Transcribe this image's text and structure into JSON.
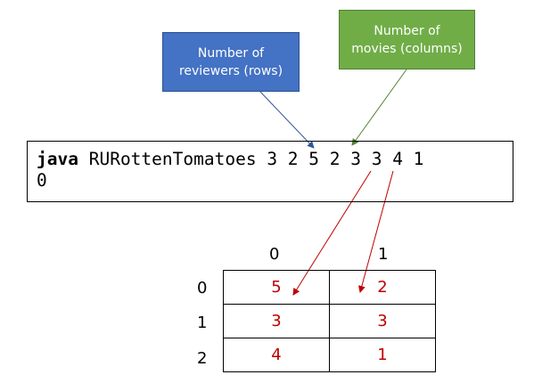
{
  "callouts": {
    "rows": [
      "Number of",
      "reviewers (rows)"
    ],
    "cols": [
      "Number of",
      "movies (columns)"
    ],
    "rows_color": "#4472c4",
    "cols_color": "#70ad47"
  },
  "command": {
    "keyword": "java",
    "program": "RURottenTomatoes",
    "args_line1": "3 2 5 2 3 3 4 1",
    "args_line2": "0"
  },
  "table": {
    "col_headers": [
      "0",
      "1"
    ],
    "row_headers": [
      "0",
      "1",
      "2"
    ],
    "cells": [
      [
        "5",
        "2"
      ],
      [
        "3",
        "3"
      ],
      [
        "4",
        "1"
      ]
    ],
    "value_color": "#c00000"
  }
}
